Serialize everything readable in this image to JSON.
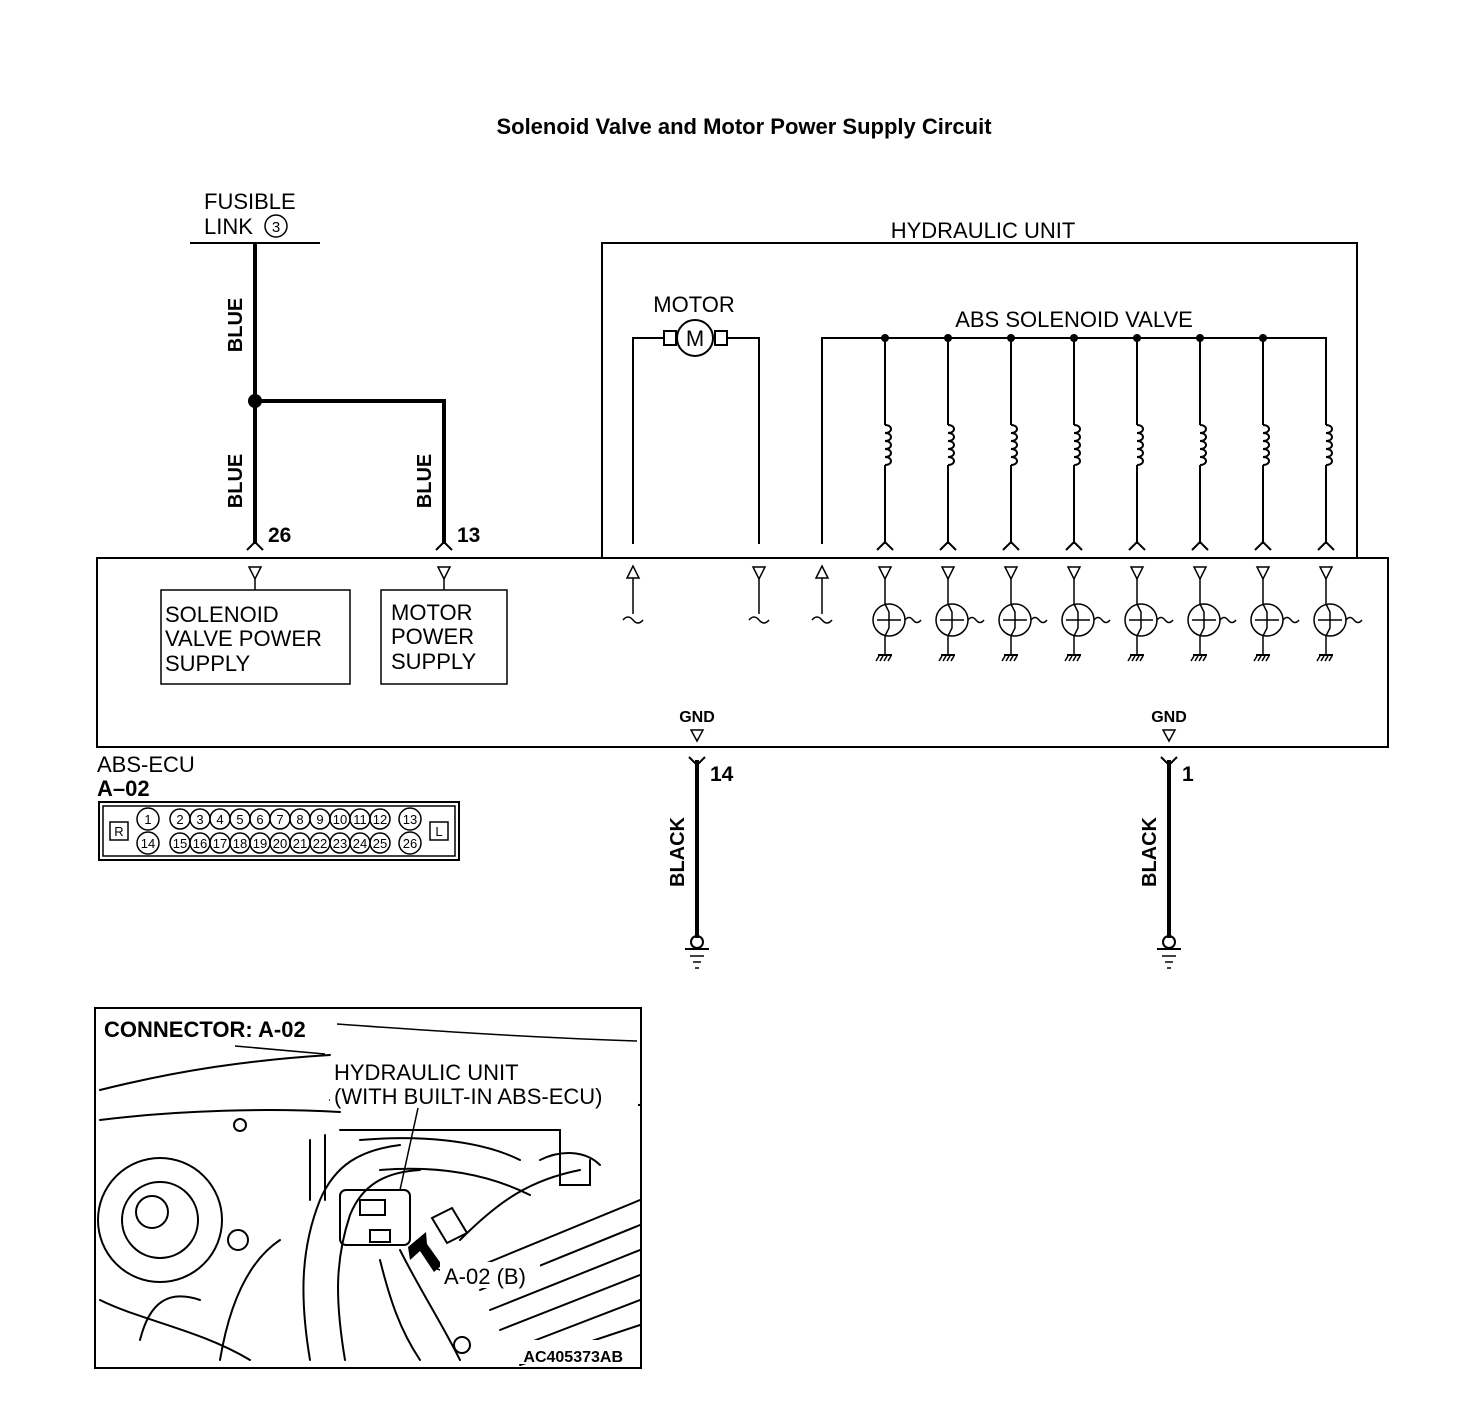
{
  "title": "Solenoid Valve and Motor Power Supply Circuit",
  "fusible_link": {
    "line1": "FUSIBLE",
    "line2": "LINK",
    "number": "3"
  },
  "wires": {
    "blue": "BLUE",
    "black": "BLACK"
  },
  "pins": {
    "solenoid_power": "26",
    "motor_power": "13",
    "gnd_left": "14",
    "gnd_right": "1"
  },
  "hydraulic_unit": {
    "label": "HYDRAULIC UNIT",
    "motor": "MOTOR",
    "motor_symbol": "M",
    "solenoid_valve": "ABS SOLENOID VALVE"
  },
  "blocks": {
    "solenoid": [
      "SOLENOID",
      "VALVE POWER",
      "SUPPLY"
    ],
    "motor": [
      "MOTOR",
      "POWER",
      "SUPPLY"
    ]
  },
  "gnd": "GND",
  "ecu": {
    "name": "ABS-ECU",
    "connector": "A–02"
  },
  "connector_face": {
    "left": "R",
    "right": "L",
    "top": [
      "1",
      "2",
      "3",
      "4",
      "5",
      "6",
      "7",
      "8",
      "9",
      "10",
      "11",
      "12",
      "13"
    ],
    "bottom": [
      "14",
      "15",
      "16",
      "17",
      "18",
      "19",
      "20",
      "21",
      "22",
      "23",
      "24",
      "25",
      "26"
    ]
  },
  "photo": {
    "heading": "CONNECTOR: A-02",
    "callout_line1": "HYDRAULIC UNIT",
    "callout_line2": "(WITH BUILT-IN ABS-ECU)",
    "connector_callout": "A-02 (B)",
    "code": "AC405373AB"
  }
}
